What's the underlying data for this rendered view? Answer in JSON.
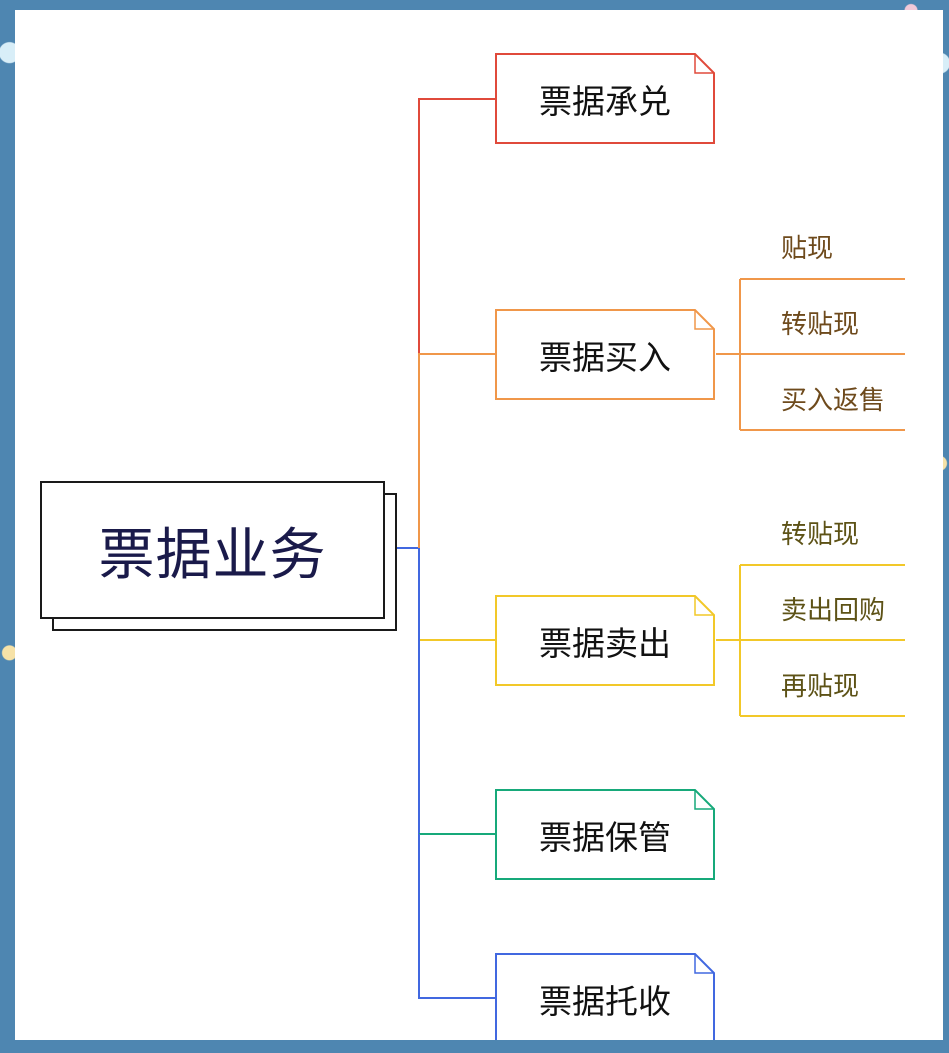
{
  "colors": {
    "root": "#1a1a1a",
    "acceptance": "#e04a3b",
    "purchase": "#f0974a",
    "sale": "#f2c829",
    "custody": "#17a97a",
    "collection": "#4168e0"
  },
  "diagram": {
    "root": {
      "label": "票据业务"
    },
    "branches": [
      {
        "label": "票据承兑",
        "children": []
      },
      {
        "label": "票据买入",
        "children": [
          "贴现",
          "转贴现",
          "买入返售"
        ]
      },
      {
        "label": "票据卖出",
        "children": [
          "转贴现",
          "卖出回购",
          "再贴现"
        ]
      },
      {
        "label": "票据保管",
        "children": []
      },
      {
        "label": "票据托收",
        "children": []
      }
    ]
  }
}
